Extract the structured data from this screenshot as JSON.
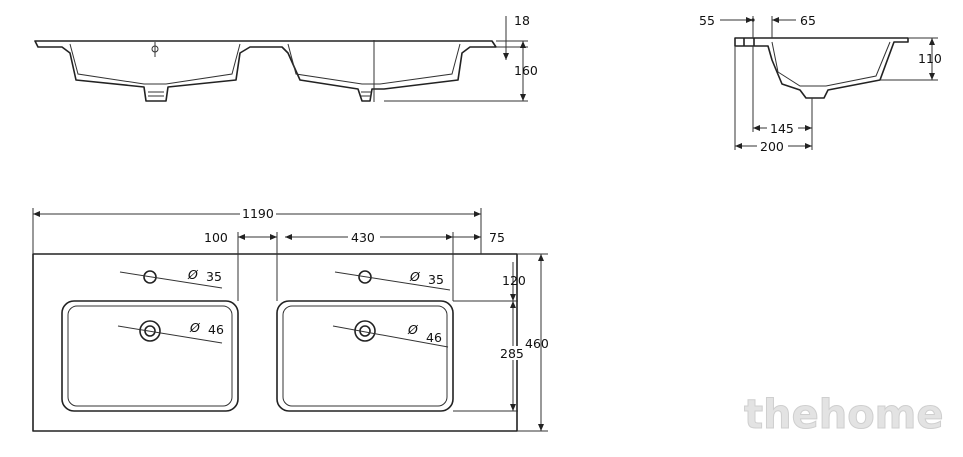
{
  "front_view": {
    "dim_top": "18",
    "dim_height": "160"
  },
  "side_view": {
    "dim_left": "55",
    "dim_right": "65",
    "dim_height": "110",
    "dim_depth_bowl": "145",
    "dim_depth": "200"
  },
  "plan_view": {
    "dim_total_width": "1190",
    "dim_left_offset": "100",
    "dim_bowl_width": "430",
    "dim_right_offset": "75",
    "dim_tap_offset": "120",
    "dim_bowl_depth": "285",
    "dim_total_depth": "460",
    "left_tap_hole": {
      "symbol": "Ø",
      "value": "35"
    },
    "left_drain": {
      "symbol": "Ø",
      "value": "46"
    },
    "right_tap_hole": {
      "symbol": "Ø",
      "value": "35"
    },
    "right_drain": {
      "symbol": "Ø",
      "value": "46"
    }
  },
  "watermark": "thehome",
  "colors": {
    "line": "#222222",
    "watermark": "#e3e3e3"
  }
}
